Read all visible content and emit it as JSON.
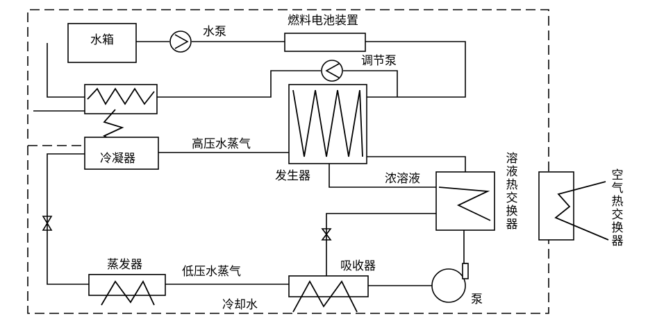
{
  "labels": {
    "water_tank": "水箱",
    "water_pump": "水泵",
    "fuel_cell": "燃料电池装置",
    "regulating_pump": "调节泵",
    "high_pressure_vapor": "高压水蒸气",
    "condenser": "冷凝器",
    "generator": "发生器",
    "concentrated_solution": "浓溶液",
    "solution_heat_exchanger": "溶液热交换器",
    "air_heat_exchanger": "空气热交换器",
    "evaporator": "蒸发器",
    "low_pressure_vapor": "低压水蒸气",
    "absorber": "吸收器",
    "cooling_water": "冷却水",
    "pump": "泵"
  }
}
